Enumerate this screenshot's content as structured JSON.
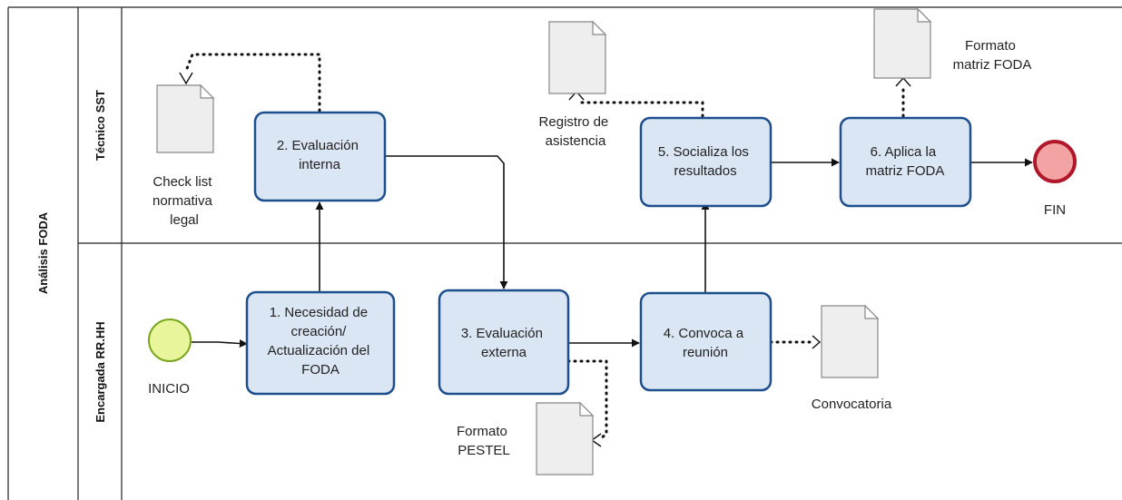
{
  "pool": {
    "label": "Análisis FODA"
  },
  "lanes": [
    {
      "id": "tecnico",
      "label": "Técnico SST"
    },
    {
      "id": "rrhh",
      "label": "Encargada RR.HH"
    }
  ],
  "events": {
    "start": {
      "label": "INICIO",
      "color": "#e8f59a",
      "stroke": "#7aa61f"
    },
    "end": {
      "label": "FIN",
      "color": "#f3a3a3",
      "stroke": "#b0172a"
    }
  },
  "tasks": [
    {
      "id": "t1",
      "lines": [
        "1. Necesidad de",
        "creación/",
        "Actualización del",
        "FODA"
      ]
    },
    {
      "id": "t2",
      "lines": [
        "2.  Evaluación",
        "interna"
      ]
    },
    {
      "id": "t3",
      "lines": [
        "3. Evaluación",
        "externa"
      ]
    },
    {
      "id": "t4",
      "lines": [
        "4. Convoca a",
        "reunión"
      ]
    },
    {
      "id": "t5",
      "lines": [
        "5. Socializa los",
        "resultados"
      ]
    },
    {
      "id": "t6",
      "lines": [
        "6.  Aplica la",
        "matriz FODA"
      ]
    }
  ],
  "documents": [
    {
      "id": "d1",
      "lines": [
        "Check list",
        "normativa",
        "legal"
      ]
    },
    {
      "id": "d2",
      "lines": [
        "Formato",
        "PESTEL"
      ]
    },
    {
      "id": "d3",
      "lines": [
        "Convocatoria"
      ]
    },
    {
      "id": "d4",
      "lines": [
        "Registro de",
        "asistencia"
      ]
    },
    {
      "id": "d5",
      "lines": [
        "Formato",
        "matriz FODA"
      ]
    }
  ],
  "colors": {
    "task_fill": "#dbe6f4",
    "task_stroke": "#1d4f8c",
    "document_fill": "#eeeeee"
  }
}
